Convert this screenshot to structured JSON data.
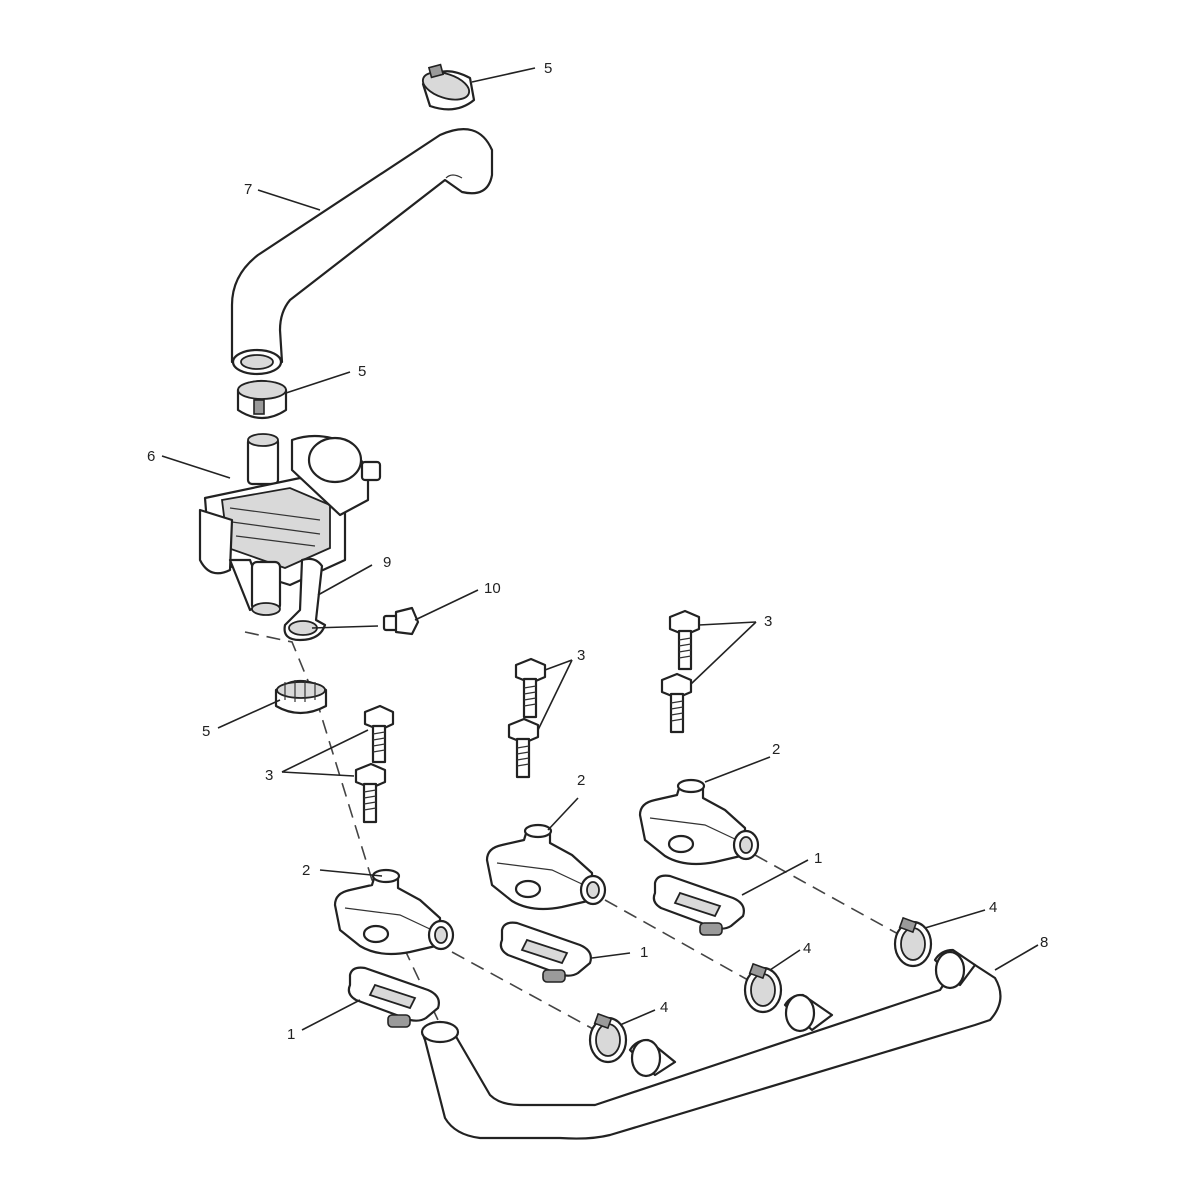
{
  "callouts": [
    {
      "id": "c5a",
      "text": "5"
    },
    {
      "id": "c7",
      "text": "7"
    },
    {
      "id": "c5b",
      "text": "5"
    },
    {
      "id": "c6",
      "text": "6"
    },
    {
      "id": "c9",
      "text": "9"
    },
    {
      "id": "c10",
      "text": "10"
    },
    {
      "id": "c5c",
      "text": "5"
    },
    {
      "id": "c3a",
      "text": "3"
    },
    {
      "id": "c3b",
      "text": "3"
    },
    {
      "id": "c3c",
      "text": "3"
    },
    {
      "id": "c2a",
      "text": "2"
    },
    {
      "id": "c2b",
      "text": "2"
    },
    {
      "id": "c2c",
      "text": "2"
    },
    {
      "id": "c1a",
      "text": "1"
    },
    {
      "id": "c1b",
      "text": "1"
    },
    {
      "id": "c1c",
      "text": "1"
    },
    {
      "id": "c4a",
      "text": "4"
    },
    {
      "id": "c4b",
      "text": "4"
    },
    {
      "id": "c4c",
      "text": "4"
    },
    {
      "id": "c8",
      "text": "8"
    }
  ]
}
